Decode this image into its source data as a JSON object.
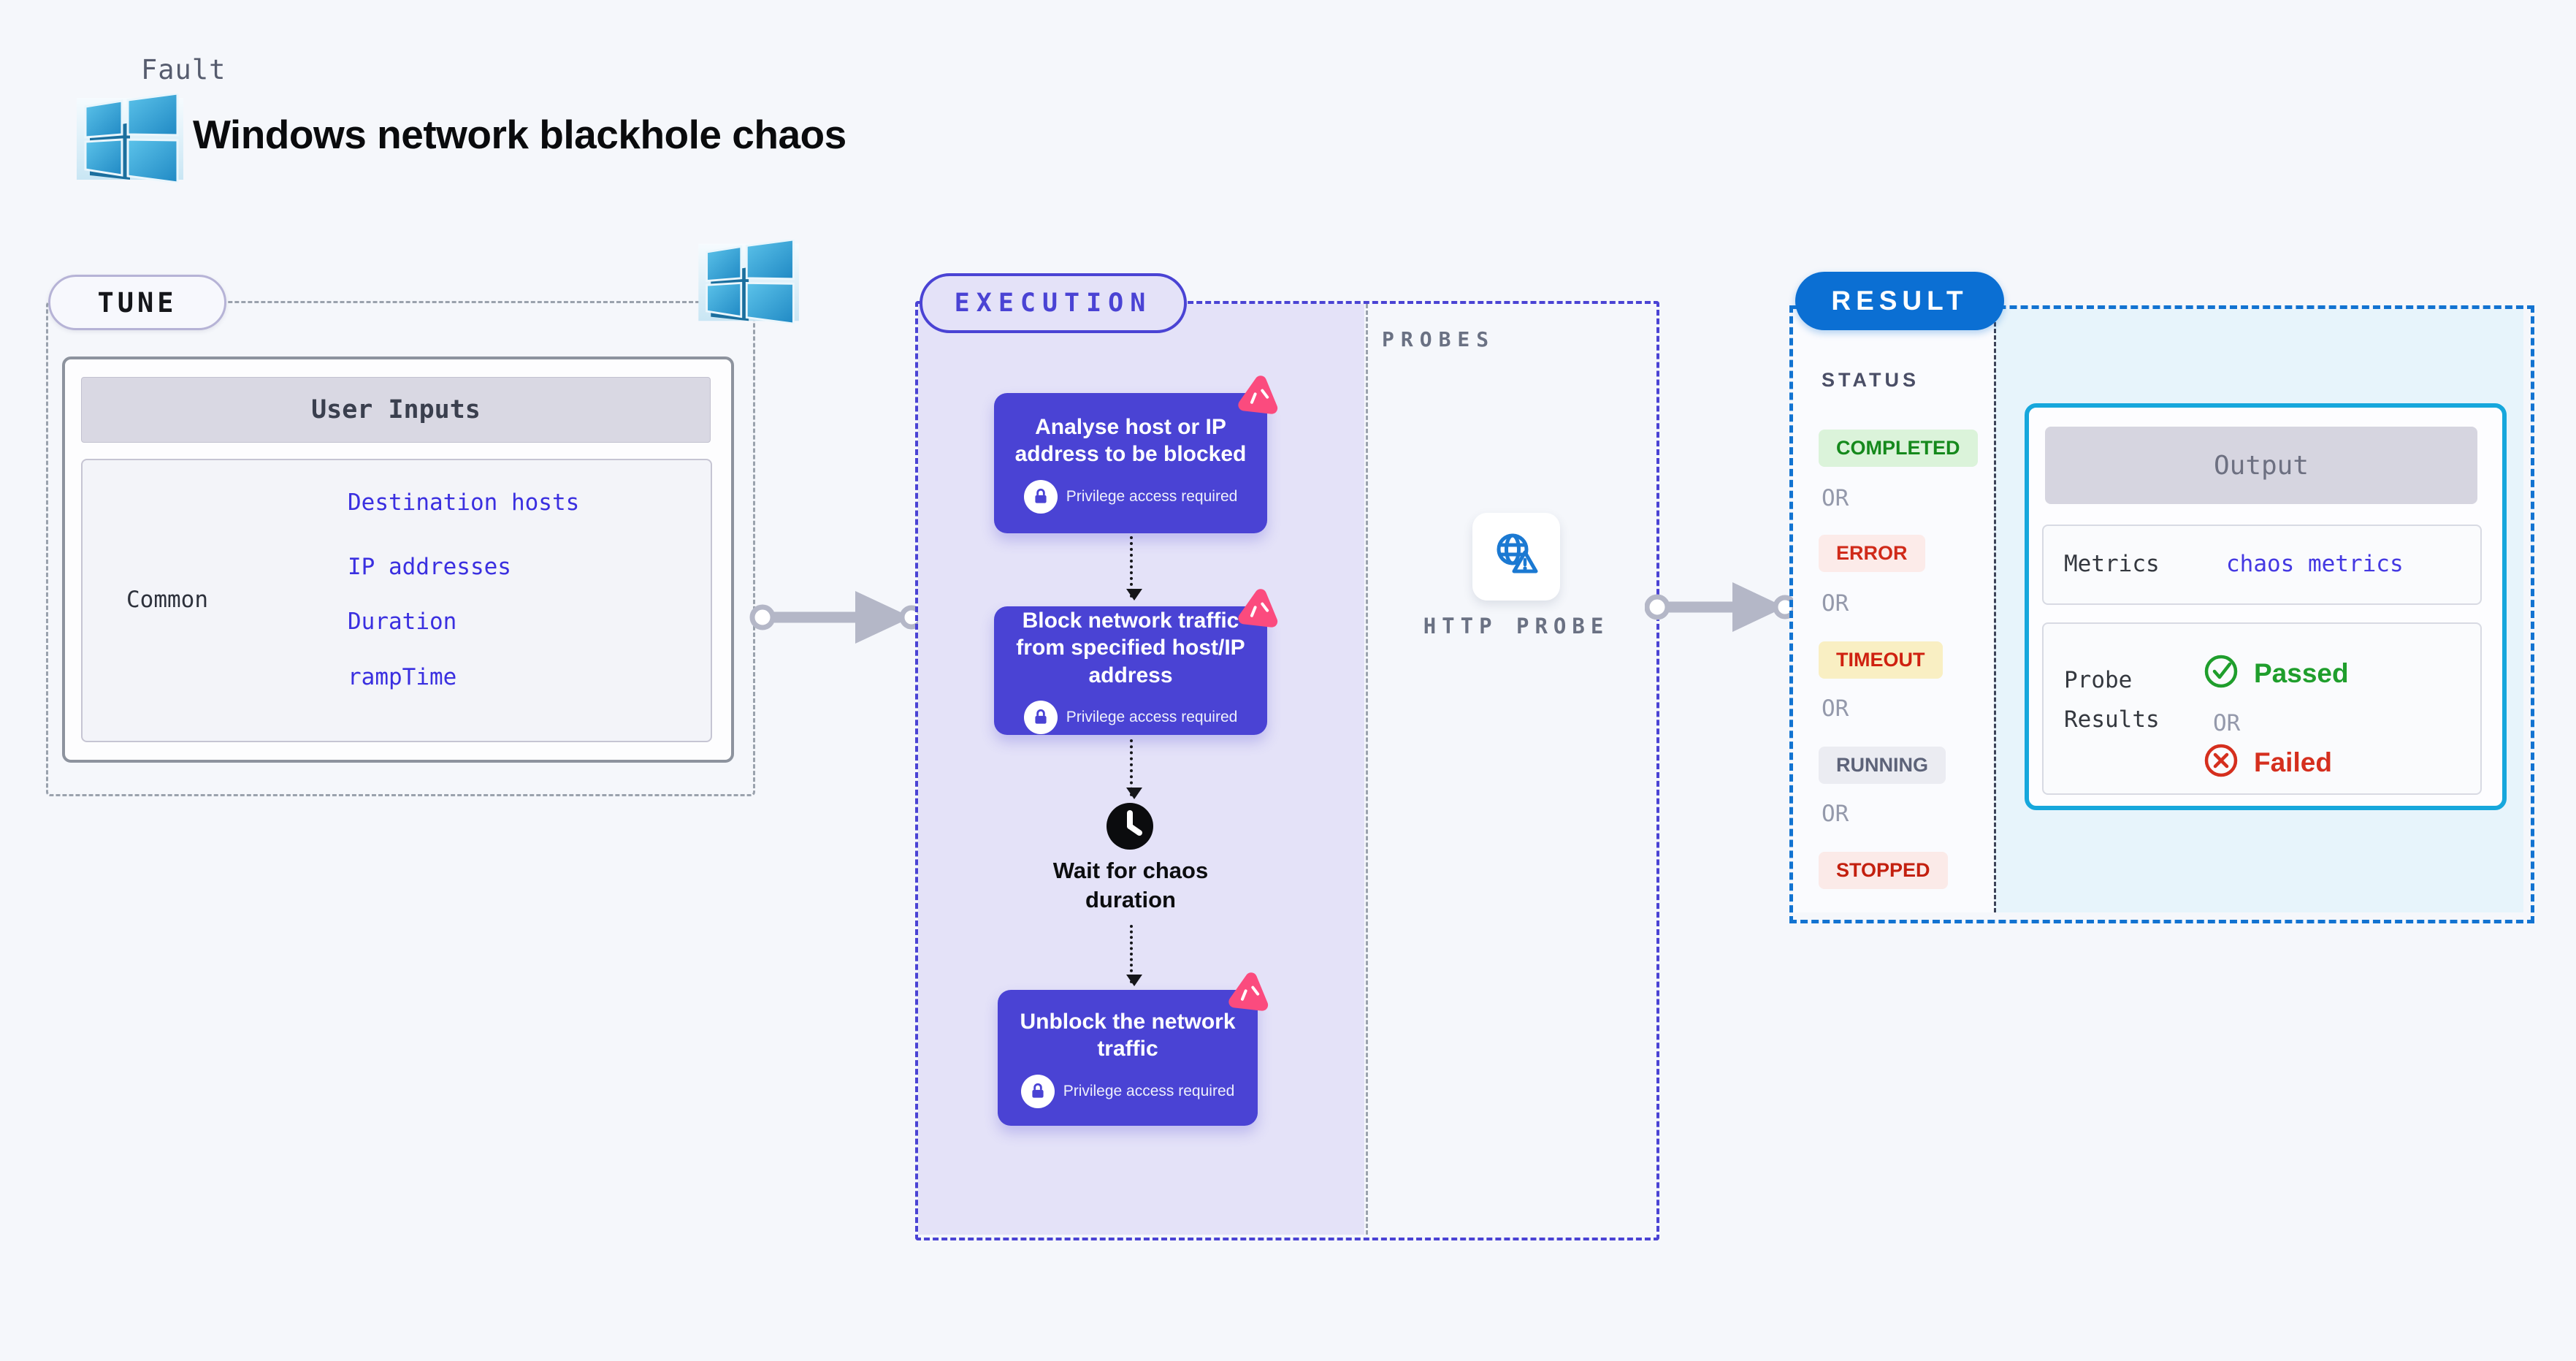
{
  "header": {
    "eyebrow": "Fault",
    "title": "Windows network blackhole chaos"
  },
  "tune": {
    "label": "TUNE",
    "card_title": "User Inputs",
    "row_label": "Common",
    "inputs": [
      "Destination hosts",
      "IP addresses",
      "Duration",
      "rampTime"
    ]
  },
  "execution": {
    "label": "EXECUTION",
    "steps": [
      {
        "title": "Analyse host or IP address to be blocked",
        "note": "Privilege access required"
      },
      {
        "title": "Block network traffic from specified host/IP address",
        "note": "Privilege access required"
      },
      {
        "title": "Unblock the network traffic",
        "note": "Privilege access required"
      }
    ],
    "wait_label": "Wait for chaos duration"
  },
  "probes": {
    "label": "PROBES",
    "probe_name": "HTTP PROBE"
  },
  "result": {
    "label": "RESULT",
    "status_title": "STATUS",
    "or_label": "OR",
    "statuses": [
      {
        "text": "COMPLETED",
        "bg": "#dbf3da",
        "fg": "#15891c"
      },
      {
        "text": "ERROR",
        "bg": "#fcebe9",
        "fg": "#d02a19"
      },
      {
        "text": "TIMEOUT",
        "bg": "#f9efc3",
        "fg": "#cf2110"
      },
      {
        "text": "RUNNING",
        "bg": "#ebecf2",
        "fg": "#5d6379"
      },
      {
        "text": "STOPPED",
        "bg": "#fbeae8",
        "fg": "#c3200f"
      }
    ],
    "output": {
      "title": "Output",
      "metrics_label": "Metrics",
      "metrics_value": "chaos metrics",
      "probe_label": "Probe Results",
      "passed_label": "Passed",
      "failed_label": "Failed"
    }
  },
  "colors": {
    "page_bg": "#f5f7fb",
    "accent_purple": "#4a43d4",
    "purple_fill": "#e4e2f8",
    "accent_blue": "#0b6fd3",
    "output_border": "#16a7dc",
    "link_blue": "#3a2fe0",
    "litmus_pink": "#fb4b7e",
    "windows_blue": "#2f9fd6",
    "passed_green": "#1f9e2c",
    "failed_red": "#d52f1e"
  }
}
